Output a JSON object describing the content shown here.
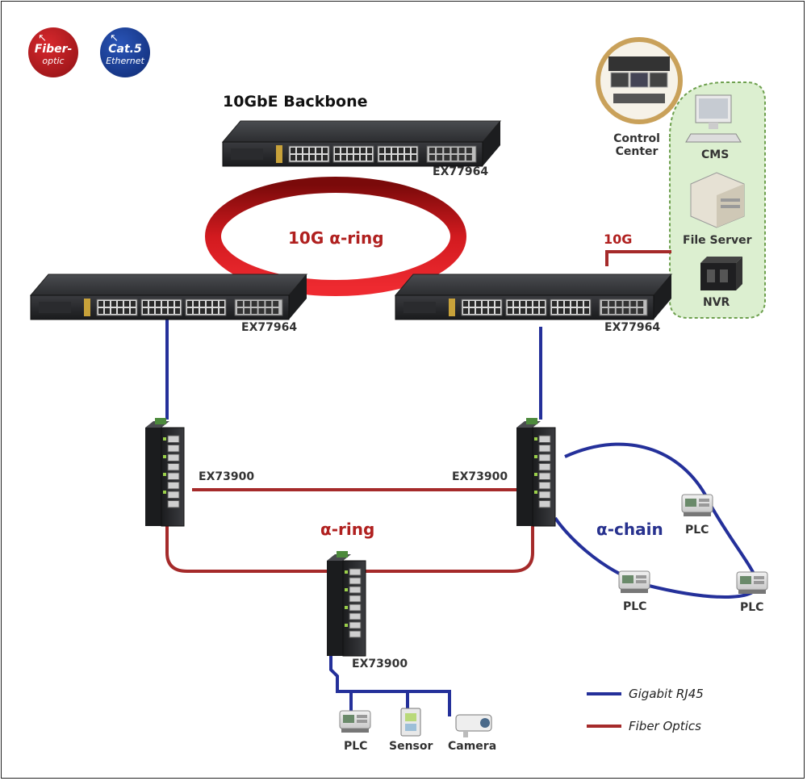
{
  "badges": {
    "fiber_line1": "Fiber-",
    "fiber_line2": "optic",
    "cat5_line1": "Cat.5",
    "cat5_line2": "Ethernet"
  },
  "labels": {
    "backbone_title": "10GbE Backbone",
    "model_top": "EX77964",
    "ring_10g": "10G α-ring",
    "model_left": "EX77964",
    "model_right": "EX77964",
    "uplink_10g": "10G",
    "control_center_1": "Control",
    "control_center_2": "Center",
    "cms": "CMS",
    "file_server": "File Server",
    "nvr": "NVR",
    "model_ind_left": "EX73900",
    "model_ind_right": "EX73900",
    "alpha_ring": "α-ring",
    "alpha_chain": "α-chain",
    "plc_chain_top": "PLC",
    "plc_chain_left": "PLC",
    "plc_chain_right": "PLC",
    "model_ind_bottom": "EX73900",
    "plc_bottom": "PLC",
    "sensor": "Sensor",
    "camera": "Camera"
  },
  "legend": {
    "rj45": "Gigabit RJ45",
    "fiber": "Fiber Optics"
  },
  "colors": {
    "fiber": "#a52a2a",
    "rj45": "#24309a",
    "ring": "#d21a1f",
    "control_center_box": "#dcefd0"
  }
}
